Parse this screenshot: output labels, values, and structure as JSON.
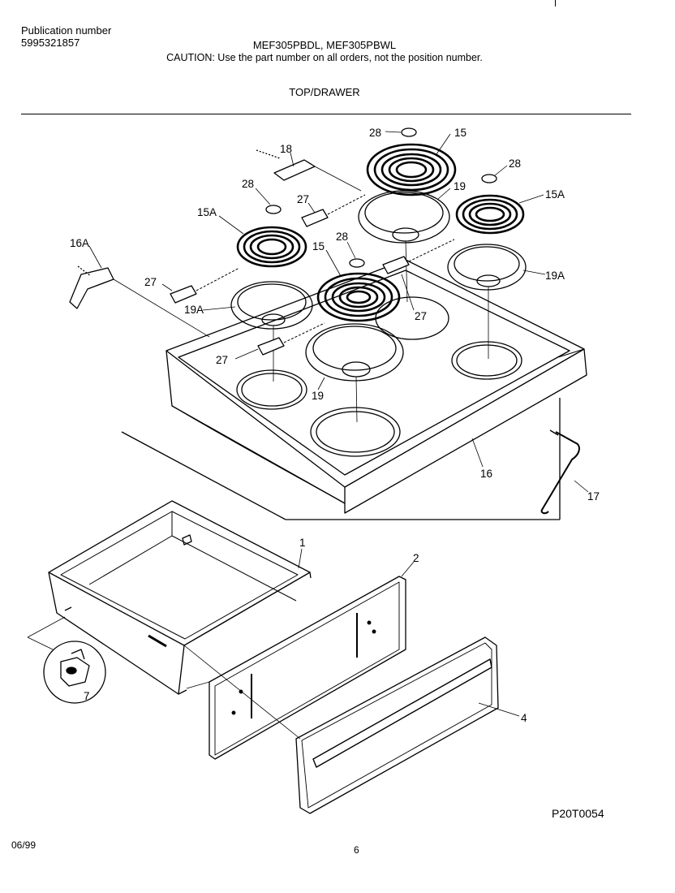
{
  "header": {
    "publication_label": "Publication number",
    "publication_number": "5995321857",
    "models": "MEF305PBDL, MEF305PBWL",
    "caution": "CAUTION:  Use the part number on all orders, not the position number.",
    "section_title": "TOP/DRAWER"
  },
  "callouts": {
    "c28a": "28",
    "c15a": "15",
    "c18": "18",
    "c28b": "28",
    "c15A_right": "15A",
    "c28c": "28",
    "c27a": "27",
    "c19a": "19",
    "c15A_left": "15A",
    "c28d": "28",
    "c16A": "16A",
    "c15b": "15",
    "c19A_right": "19A",
    "c27b": "27",
    "c19A_left": "19A",
    "c27c": "27",
    "c27d": "27",
    "c19b": "19",
    "c16": "16",
    "c17": "17",
    "c1": "1",
    "c2": "2",
    "c4": "4",
    "c7": "7"
  },
  "footer": {
    "diagram_code": "P20T0054",
    "date": "06/99",
    "page": "6"
  }
}
